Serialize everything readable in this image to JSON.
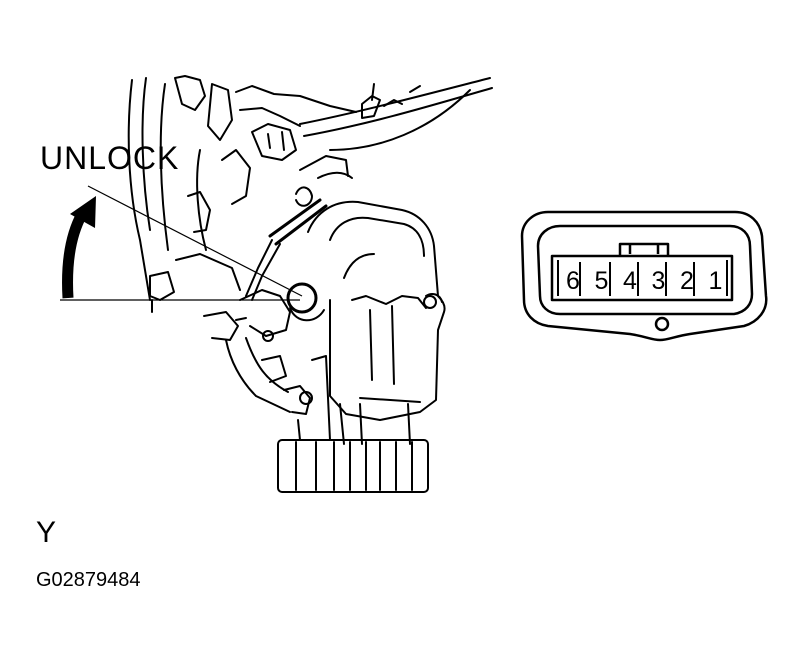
{
  "labels": {
    "unlock": "UNLOCK",
    "view": "Y",
    "figure_code": "G02879484"
  },
  "connector": {
    "pins": [
      "6",
      "5",
      "4",
      "3",
      "2",
      "1"
    ]
  },
  "colors": {
    "line": "#000000",
    "background": "#ffffff"
  },
  "icons": {
    "rotation_arrow": "curved-arrow-up-icon"
  }
}
